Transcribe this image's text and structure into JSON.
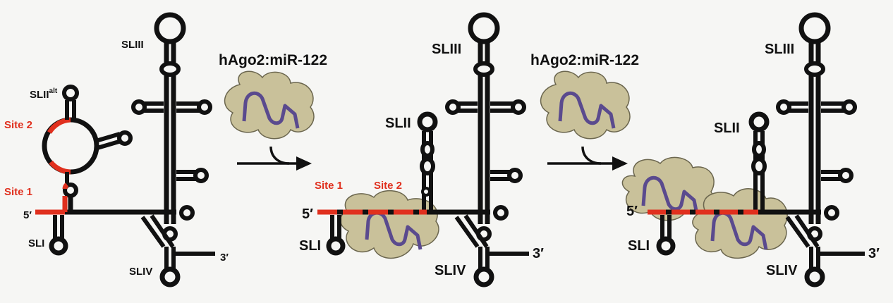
{
  "colors": {
    "rna": "#111111",
    "site": "#e0301e",
    "protein_fill": "#c9c19a",
    "protein_stroke": "#6b664e",
    "mirna": "#5a4a8e",
    "background": "#f6f6f4"
  },
  "labels": {
    "complex": "hAgo2:miR-122",
    "slIII": "SLIII",
    "slII": "SLII",
    "slI": "SLI",
    "slIV": "SLIV",
    "slII_alt": "SLII",
    "alt_sup": "alt",
    "five_prime": "5′",
    "three_prime": "3′",
    "site1": "Site 1",
    "site2": "Site 2"
  }
}
